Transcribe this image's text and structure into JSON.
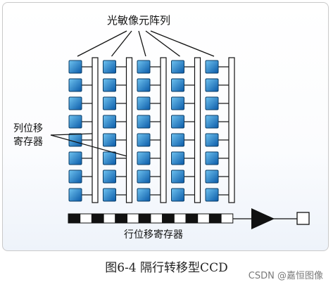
{
  "diagram": {
    "title_pixel_array": "光敏像元阵列",
    "label_column_register_line1": "列位移",
    "label_column_register_line2": "寄存器",
    "label_row_register": "行位移寄存器",
    "column_count": 5,
    "pixels_per_column": 8,
    "row_register_segments": 14,
    "colors": {
      "pixel_fill_top": "#6fc3f0",
      "pixel_fill_bottom": "#0a5aa8",
      "pixel_border": "#0b3d66",
      "register_fill": "#ffffff",
      "segment_dark": "#111111",
      "segment_light": "#ffffff",
      "amplifier_fill": "#111111"
    },
    "icons": [
      "output-amplifier-icon",
      "output-node-icon"
    ]
  },
  "caption": "图6-4 隔行转移型CCD",
  "watermark": "CSDN @嘉恒图像"
}
